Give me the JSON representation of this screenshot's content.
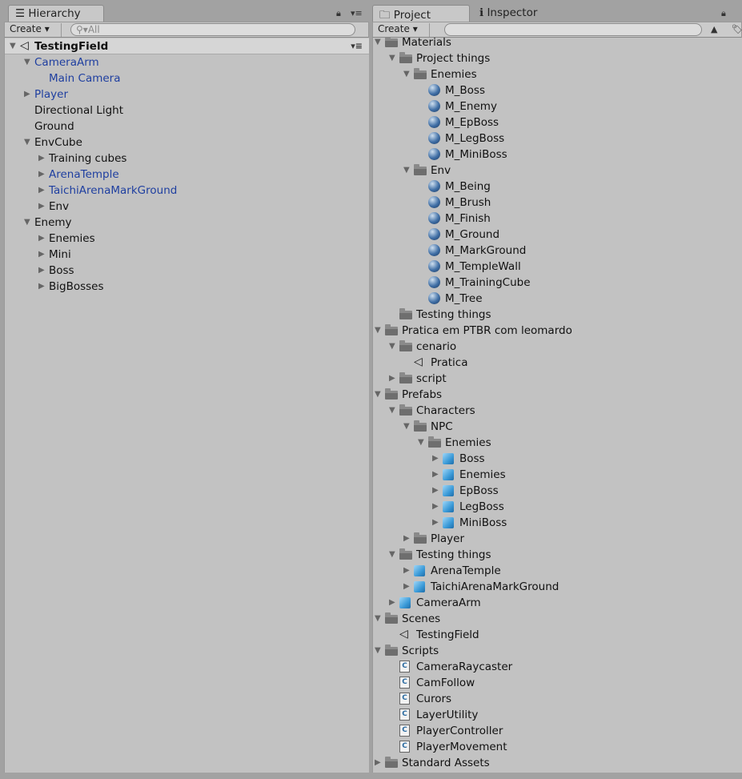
{
  "hierarchy": {
    "tab_label": "Hierarchy",
    "create_label": "Create",
    "search_placeholder": "All",
    "items": [
      {
        "label": "TestingField",
        "level": 0,
        "arrow": "open",
        "icon": "unity-scene-icon",
        "header": true
      },
      {
        "label": "CameraArm",
        "level": 1,
        "arrow": "open",
        "color": "blue"
      },
      {
        "label": "Main Camera",
        "level": 2,
        "arrow": "none",
        "color": "blue"
      },
      {
        "label": "Player",
        "level": 1,
        "arrow": "closed",
        "color": "blue"
      },
      {
        "label": "Directional Light",
        "level": 1,
        "arrow": "none"
      },
      {
        "label": "Ground",
        "level": 1,
        "arrow": "none"
      },
      {
        "label": "EnvCube",
        "level": 1,
        "arrow": "open"
      },
      {
        "label": "Training cubes",
        "level": 2,
        "arrow": "closed"
      },
      {
        "label": "ArenaTemple",
        "level": 2,
        "arrow": "closed",
        "color": "blue"
      },
      {
        "label": "TaichiArenaMarkGround",
        "level": 2,
        "arrow": "closed",
        "color": "blue"
      },
      {
        "label": "Env",
        "level": 2,
        "arrow": "closed"
      },
      {
        "label": "Enemy",
        "level": 1,
        "arrow": "open"
      },
      {
        "label": "Enemies",
        "level": 2,
        "arrow": "closed"
      },
      {
        "label": "Mini",
        "level": 2,
        "arrow": "closed"
      },
      {
        "label": "Boss",
        "level": 2,
        "arrow": "closed"
      },
      {
        "label": "BigBosses",
        "level": 2,
        "arrow": "closed"
      }
    ]
  },
  "project": {
    "tab_label": "Project",
    "inspector_tab_label": "Inspector",
    "create_label": "Create",
    "search_placeholder": "",
    "items": [
      {
        "label": "Materials",
        "level": 0,
        "arrow": "open",
        "icon": "folder"
      },
      {
        "label": "Project things",
        "level": 1,
        "arrow": "open",
        "icon": "folder"
      },
      {
        "label": "Enemies",
        "level": 2,
        "arrow": "open",
        "icon": "folder"
      },
      {
        "label": "M_Boss",
        "level": 3,
        "arrow": "none",
        "icon": "material"
      },
      {
        "label": "M_Enemy",
        "level": 3,
        "arrow": "none",
        "icon": "material"
      },
      {
        "label": "M_EpBoss",
        "level": 3,
        "arrow": "none",
        "icon": "material"
      },
      {
        "label": "M_LegBoss",
        "level": 3,
        "arrow": "none",
        "icon": "material"
      },
      {
        "label": "M_MiniBoss",
        "level": 3,
        "arrow": "none",
        "icon": "material"
      },
      {
        "label": "Env",
        "level": 2,
        "arrow": "open",
        "icon": "folder"
      },
      {
        "label": "M_Being",
        "level": 3,
        "arrow": "none",
        "icon": "material"
      },
      {
        "label": "M_Brush",
        "level": 3,
        "arrow": "none",
        "icon": "material"
      },
      {
        "label": "M_Finish",
        "level": 3,
        "arrow": "none",
        "icon": "material"
      },
      {
        "label": "M_Ground",
        "level": 3,
        "arrow": "none",
        "icon": "material"
      },
      {
        "label": "M_MarkGround",
        "level": 3,
        "arrow": "none",
        "icon": "material"
      },
      {
        "label": "M_TempleWall",
        "level": 3,
        "arrow": "none",
        "icon": "material"
      },
      {
        "label": "M_TrainingCube",
        "level": 3,
        "arrow": "none",
        "icon": "material"
      },
      {
        "label": "M_Tree",
        "level": 3,
        "arrow": "none",
        "icon": "material"
      },
      {
        "label": "Testing things",
        "level": 1,
        "arrow": "none",
        "icon": "folder"
      },
      {
        "label": "Pratica em PTBR com leomardo",
        "level": 0,
        "arrow": "open",
        "icon": "folder"
      },
      {
        "label": "cenario",
        "level": 1,
        "arrow": "open",
        "icon": "folder"
      },
      {
        "label": "Pratica",
        "level": 2,
        "arrow": "none",
        "icon": "scene"
      },
      {
        "label": "script",
        "level": 1,
        "arrow": "closed",
        "icon": "folder"
      },
      {
        "label": "Prefabs",
        "level": 0,
        "arrow": "open",
        "icon": "folder"
      },
      {
        "label": "Characters",
        "level": 1,
        "arrow": "open",
        "icon": "folder"
      },
      {
        "label": "NPC",
        "level": 2,
        "arrow": "open",
        "icon": "folder"
      },
      {
        "label": "Enemies",
        "level": 3,
        "arrow": "open",
        "icon": "folder"
      },
      {
        "label": "Boss",
        "level": 4,
        "arrow": "closed",
        "icon": "prefab"
      },
      {
        "label": "Enemies",
        "level": 4,
        "arrow": "closed",
        "icon": "prefab"
      },
      {
        "label": "EpBoss",
        "level": 4,
        "arrow": "closed",
        "icon": "prefab"
      },
      {
        "label": "LegBoss",
        "level": 4,
        "arrow": "closed",
        "icon": "prefab"
      },
      {
        "label": "MiniBoss",
        "level": 4,
        "arrow": "closed",
        "icon": "prefab"
      },
      {
        "label": "Player",
        "level": 2,
        "arrow": "closed",
        "icon": "folder"
      },
      {
        "label": "Testing things",
        "level": 1,
        "arrow": "open",
        "icon": "folder"
      },
      {
        "label": "ArenaTemple",
        "level": 2,
        "arrow": "closed",
        "icon": "prefab"
      },
      {
        "label": "TaichiArenaMarkGround",
        "level": 2,
        "arrow": "closed",
        "icon": "prefab"
      },
      {
        "label": "CameraArm",
        "level": 1,
        "arrow": "closed",
        "icon": "prefab"
      },
      {
        "label": "Scenes",
        "level": 0,
        "arrow": "open",
        "icon": "folder"
      },
      {
        "label": "TestingField",
        "level": 1,
        "arrow": "none",
        "icon": "scene"
      },
      {
        "label": "Scripts",
        "level": 0,
        "arrow": "open",
        "icon": "folder"
      },
      {
        "label": "CameraRaycaster",
        "level": 1,
        "arrow": "none",
        "icon": "script"
      },
      {
        "label": "CamFollow",
        "level": 1,
        "arrow": "none",
        "icon": "script"
      },
      {
        "label": "Curors",
        "level": 1,
        "arrow": "none",
        "icon": "script"
      },
      {
        "label": "LayerUtility",
        "level": 1,
        "arrow": "none",
        "icon": "script"
      },
      {
        "label": "PlayerController",
        "level": 1,
        "arrow": "none",
        "icon": "script"
      },
      {
        "label": "PlayerMovement",
        "level": 1,
        "arrow": "none",
        "icon": "script"
      },
      {
        "label": "Standard Assets",
        "level": 0,
        "arrow": "closed",
        "icon": "folder"
      }
    ]
  }
}
